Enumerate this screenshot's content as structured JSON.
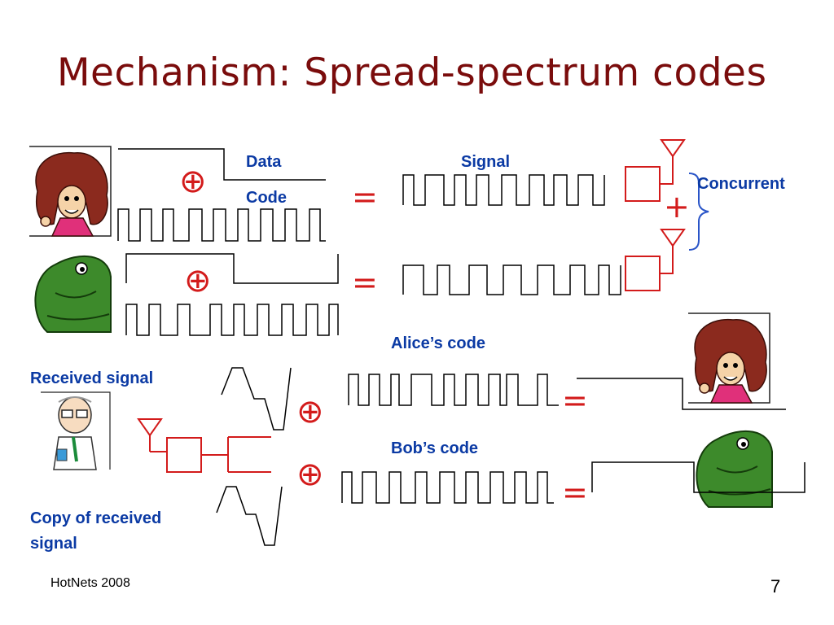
{
  "slide": {
    "title": "Mechanism: Spread-spectrum codes",
    "footer": "HotNets 2008",
    "page_number": "7"
  },
  "labels": {
    "data": "Data",
    "code": "Code",
    "signal": "Signal",
    "concurrent": "Concurrent",
    "alices_code": "Alice’s code",
    "bobs_code": "Bob’s code",
    "received_signal": "Received signal",
    "copy_received_line1": "Copy of received",
    "copy_received_line2": "signal"
  },
  "operators": {
    "xor": "⊕",
    "equals": "=",
    "plus": "+"
  },
  "colors": {
    "title": "#7a0c0c",
    "label": "#0b3aa4",
    "operator": "#d31b1b",
    "waveform": "#000000"
  },
  "icons": {
    "alice": "alice-avatar-icon",
    "bob": "bob-avatar-icon",
    "eve": "receiver-person-icon",
    "antenna": "antenna-icon"
  }
}
